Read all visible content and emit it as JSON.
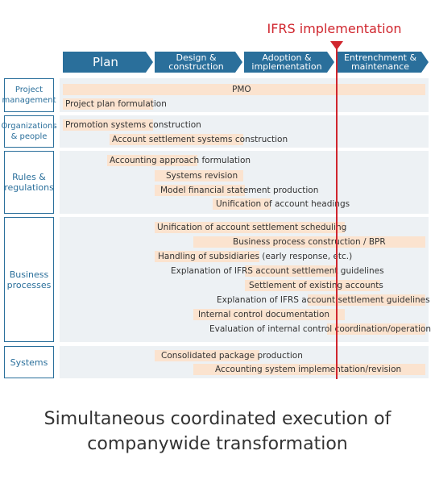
{
  "ifrs_label": "IFRS implementation",
  "phases": [
    "Plan",
    "Design &\nconstruction",
    "Adoption &\nimplementation",
    "Entrenchment &\nmaintenance"
  ],
  "categories": [
    "Project\nmanagement",
    "Organizations\n& people",
    "Rules &\nregulations",
    "Business\nprocesses",
    "Systems"
  ],
  "tasks": [
    "PMO",
    "Project plan formulation",
    "Promotion systems construction",
    "Account settlement systems construction",
    "Accounting approach formulation",
    "Systems revision",
    "Model financial statement production",
    "Unification of account headings",
    "Unification of account settlement scheduling",
    "Business process construction / BPR",
    "Handling of subsidiaries (early response, etc.)",
    "Explanation of IFRS account settlement guidelines",
    "Settlement of existing accounts",
    "Explanation of IFRS account settlement guidelines",
    "Internal control documentation",
    "Evaluation of internal control coordination/operation",
    "Consolidated package production",
    "Accounting system implementation/revision"
  ],
  "caption_line1": "Simultaneous coordinated execution of",
  "caption_line2": "companywide transformation",
  "colors": {
    "accent_blue": "#2a6f9b",
    "ifrs_red": "#d0262e",
    "bar_peach": "#fbe3cf",
    "row_bg": "#edf1f4"
  }
}
